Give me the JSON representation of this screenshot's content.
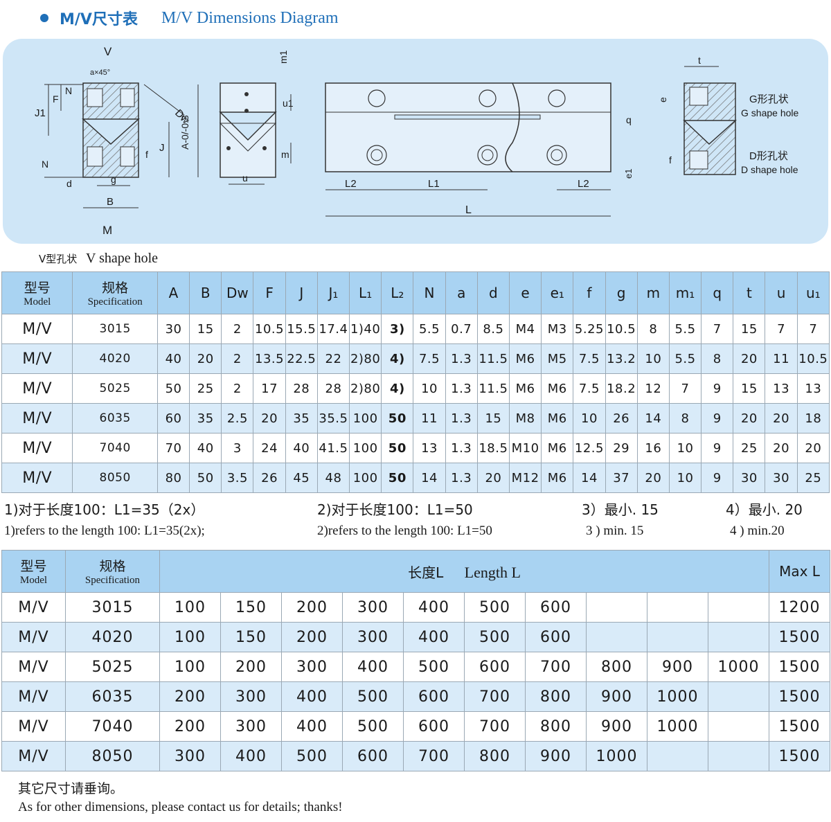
{
  "header": {
    "title_zh": "M/V尺寸表",
    "title_en": "M/V Dimensions Diagram"
  },
  "diagram": {
    "view_labels": {
      "v": "V",
      "m": "M"
    },
    "chamfer_note": "a×45°",
    "dims": [
      "J1",
      "F",
      "N",
      "Dw",
      "A-0/-0.3",
      "J",
      "f",
      "N",
      "d",
      "g",
      "B",
      "m1",
      "u1",
      "m",
      "u",
      "L2",
      "L1",
      "L2",
      "L",
      "q",
      "e1",
      "t",
      "e",
      "f"
    ],
    "g_hole": {
      "zh": "G形孔状",
      "en": "G shape hole"
    },
    "d_hole": {
      "zh": "D形孔状",
      "en": "D shape hole"
    }
  },
  "section_label": {
    "zh": "V型孔状",
    "en": "V shape hole"
  },
  "spec_table": {
    "model_header": {
      "zh": "型号",
      "en": "Model"
    },
    "spec_header": {
      "zh": "规格",
      "en": "Specification"
    },
    "columns": [
      "A",
      "B",
      "Dw",
      "F",
      "J",
      "J₁",
      "L₁",
      "L₂",
      "N",
      "a",
      "d",
      "e",
      "e₁",
      "f",
      "g",
      "m",
      "m₁",
      "q",
      "t",
      "u",
      "u₁"
    ],
    "rows": [
      {
        "model": "M/V",
        "spec": "3015",
        "cells": [
          "30",
          "15",
          "2",
          "10.5",
          "15.5",
          "17.4",
          "1)40",
          "3)",
          "5.5",
          "0.7",
          "8.5",
          "M4",
          "M3",
          "5.25",
          "10.5",
          "8",
          "5.5",
          "7",
          "15",
          "7",
          "7"
        ]
      },
      {
        "model": "M/V",
        "spec": "4020",
        "cells": [
          "40",
          "20",
          "2",
          "13.5",
          "22.5",
          "22",
          "2)80",
          "4)",
          "7.5",
          "1.3",
          "11.5",
          "M6",
          "M5",
          "7.5",
          "13.2",
          "10",
          "5.5",
          "8",
          "20",
          "11",
          "10.5"
        ]
      },
      {
        "model": "M/V",
        "spec": "5025",
        "cells": [
          "50",
          "25",
          "2",
          "17",
          "28",
          "28",
          "2)80",
          "4)",
          "10",
          "1.3",
          "11.5",
          "M6",
          "M6",
          "7.5",
          "18.2",
          "12",
          "7",
          "9",
          "15",
          "13",
          "13"
        ]
      },
      {
        "model": "M/V",
        "spec": "6035",
        "cells": [
          "60",
          "35",
          "2.5",
          "20",
          "35",
          "35.5",
          "100",
          "50",
          "11",
          "1.3",
          "15",
          "M8",
          "M6",
          "10",
          "26",
          "14",
          "8",
          "9",
          "20",
          "20",
          "18"
        ]
      },
      {
        "model": "M/V",
        "spec": "7040",
        "cells": [
          "70",
          "40",
          "3",
          "24",
          "40",
          "41.5",
          "100",
          "50",
          "13",
          "1.3",
          "18.5",
          "M10",
          "M6",
          "12.5",
          "29",
          "16",
          "10",
          "9",
          "25",
          "20",
          "20"
        ]
      },
      {
        "model": "M/V",
        "spec": "8050",
        "cells": [
          "80",
          "50",
          "3.5",
          "26",
          "45",
          "48",
          "100",
          "50",
          "14",
          "1.3",
          "20",
          "M12",
          "M6",
          "14",
          "37",
          "20",
          "10",
          "9",
          "30",
          "30",
          "25"
        ]
      }
    ]
  },
  "notes": {
    "zh": [
      "1)对于长度100：L1=35（2x）",
      "2)对于长度100：L1=50",
      "3）最小. 15",
      "4）最小. 20"
    ],
    "en": [
      "1)refers to the length 100: L1=35(2x);",
      "2)refers to the length 100: L1=50",
      "3 ) min. 15",
      "4 ) min.20"
    ]
  },
  "length_table": {
    "model_header": {
      "zh": "型号",
      "en": "Model"
    },
    "spec_header": {
      "zh": "规格",
      "en": "Specification"
    },
    "length_header": {
      "zh": "长度L",
      "en": "Length L"
    },
    "max_header": "Max L",
    "rows": [
      {
        "model": "M/V",
        "spec": "3015",
        "lengths": [
          "100",
          "150",
          "200",
          "300",
          "400",
          "500",
          "600",
          "",
          "",
          ""
        ],
        "max": "1200"
      },
      {
        "model": "M/V",
        "spec": "4020",
        "lengths": [
          "100",
          "150",
          "200",
          "300",
          "400",
          "500",
          "600",
          "",
          "",
          ""
        ],
        "max": "1500"
      },
      {
        "model": "M/V",
        "spec": "5025",
        "lengths": [
          "100",
          "200",
          "300",
          "400",
          "500",
          "600",
          "700",
          "800",
          "900",
          "1000"
        ],
        "max": "1500"
      },
      {
        "model": "M/V",
        "spec": "6035",
        "lengths": [
          "200",
          "300",
          "400",
          "500",
          "600",
          "700",
          "800",
          "900",
          "1000",
          ""
        ],
        "max": "1500"
      },
      {
        "model": "M/V",
        "spec": "7040",
        "lengths": [
          "200",
          "300",
          "400",
          "500",
          "600",
          "700",
          "800",
          "900",
          "1000",
          ""
        ],
        "max": "1500"
      },
      {
        "model": "M/V",
        "spec": "8050",
        "lengths": [
          "300",
          "400",
          "500",
          "600",
          "700",
          "800",
          "900",
          "1000",
          "",
          ""
        ],
        "max": "1500"
      }
    ]
  },
  "footer": {
    "zh": "其它尺寸请垂询。",
    "en": "As for other dimensions, please contact us for details; thanks!"
  }
}
